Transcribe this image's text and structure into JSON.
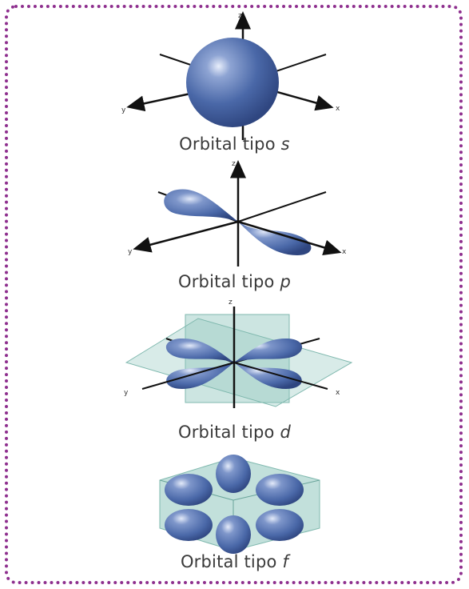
{
  "orbitals": [
    {
      "caption": "Orbital tipo",
      "symbol": "s",
      "axes": {
        "z": "z",
        "y": "y",
        "x": "x"
      }
    },
    {
      "caption": "Orbital tipo",
      "symbol": "p",
      "axes": {
        "z": "z",
        "y": "y",
        "x": "x"
      }
    },
    {
      "caption": "Orbital tipo",
      "symbol": "d",
      "axes": {
        "z": "z",
        "y": "y",
        "x": "x"
      }
    },
    {
      "caption": "Orbital tipo",
      "symbol": "f"
    }
  ],
  "colors": {
    "frame": "#8e2f8e",
    "lobe": "#4a68a8",
    "lobe_highlight": "#b9c8ea",
    "plane": "#8fc6bd"
  }
}
